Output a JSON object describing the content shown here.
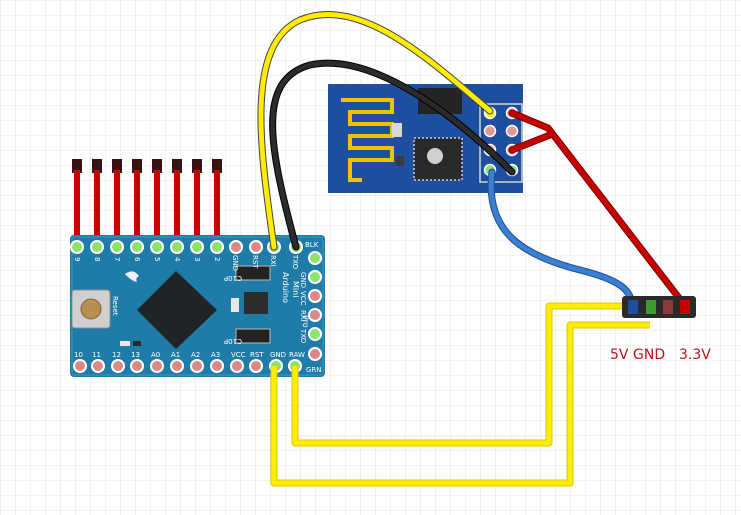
{
  "diagram": {
    "power_labels": [
      "5V",
      "GND",
      "3.3V"
    ],
    "colors": {
      "grid": "#e4e4e4",
      "board_blue": "#1f7ca8",
      "esp_blue": "#1d4f9e",
      "wire_yellow": "#ffec00",
      "wire_black": "#222222",
      "wire_red": "#c70000",
      "wire_blue": "#3a7fd0",
      "label_red": "#b7141a"
    },
    "arduino": {
      "top_pins": [
        "GND",
        "RST",
        "RXI",
        "TXO"
      ],
      "top_right": "BLK",
      "side_pins": [
        "GND",
        "VCC",
        "RXI",
        "TXO"
      ],
      "side_bottom": "GRN",
      "bottom_pins": [
        "10",
        "11",
        "12",
        "13",
        "A0",
        "A1",
        "A2",
        "A3",
        "VCC",
        "RST",
        "GND",
        "RAW"
      ],
      "header_pins": [
        "9",
        "8",
        "7",
        "6",
        "5",
        "4",
        "3",
        "2"
      ],
      "board_name": [
        "Arduino",
        "Mini",
        "Pro"
      ],
      "reset_label": "Reset",
      "cap_label": "C10P"
    }
  }
}
